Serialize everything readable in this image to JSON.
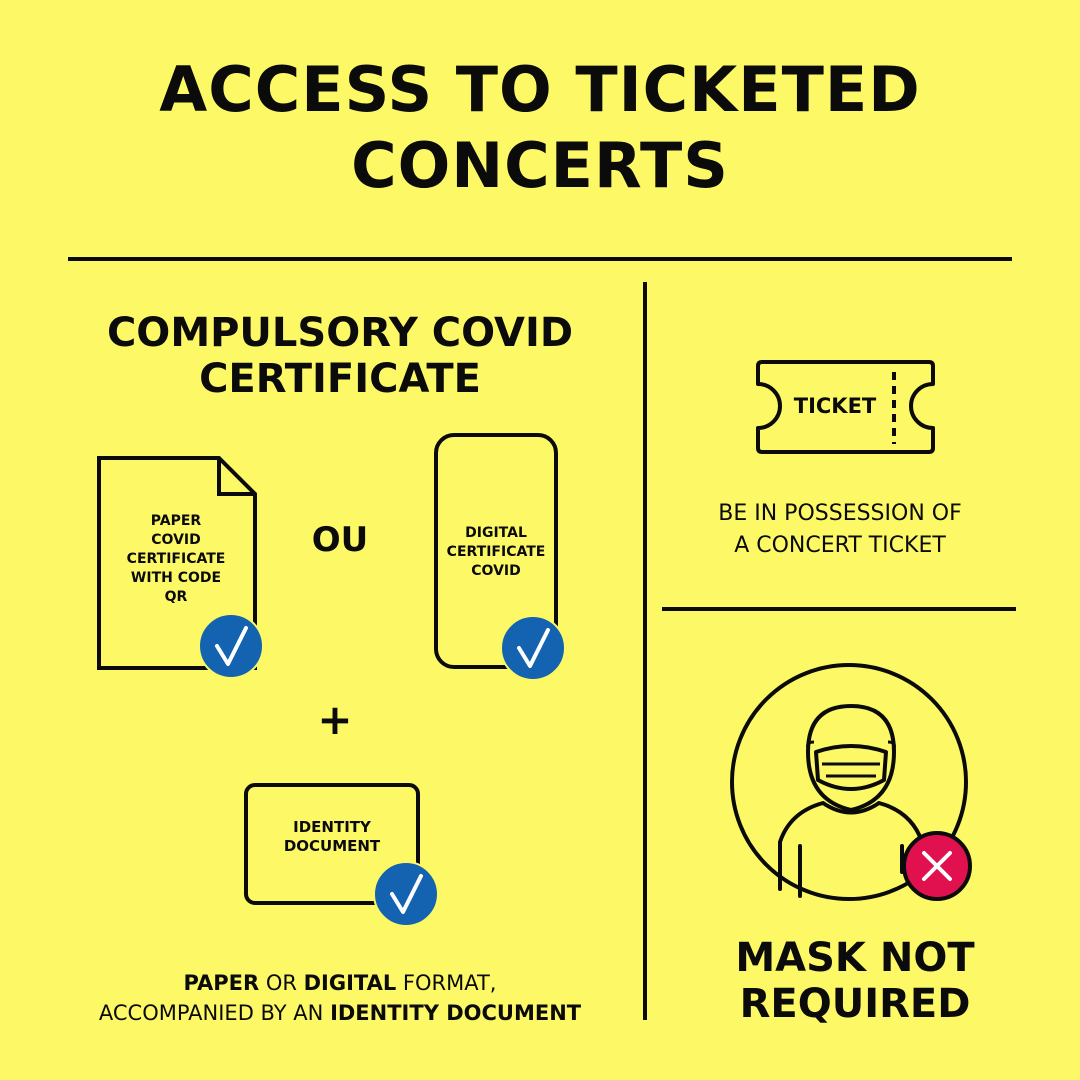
{
  "header": {
    "title_line1": "ACCESS TO TICKETED",
    "title_line2": "CONCERTS"
  },
  "covid": {
    "title_line1": "COMPULSORY COVID",
    "title_line2": "CERTIFICATE",
    "paper": {
      "lines": [
        "PAPER",
        "COVID",
        "CERTIFICATE",
        "WITH CODE",
        "QR"
      ]
    },
    "separator": "OU",
    "digital": {
      "lines": [
        "DIGITAL",
        "CERTIFICATE",
        "COVID"
      ]
    },
    "plus": "+",
    "identity": {
      "lines": [
        "IDENTITY",
        "DOCUMENT"
      ]
    },
    "note": {
      "part1": "PAPER",
      "part2": " OR ",
      "part3": "DIGITAL",
      "part4": " FORMAT,",
      "part5": "ACCOMPANIED BY AN ",
      "part6": "IDENTITY DOCUMENT"
    }
  },
  "ticket": {
    "label": "TICKET",
    "note_line1": "BE IN POSSESSION OF",
    "note_line2": "A CONCERT TICKET"
  },
  "mask": {
    "title_line1": "MASK NOT",
    "title_line2": "REQUIRED"
  },
  "colors": {
    "background": "#fdf966",
    "ink": "#0b0b0b",
    "check_blue": "#1463b1",
    "cross_red": "#e0114e"
  }
}
